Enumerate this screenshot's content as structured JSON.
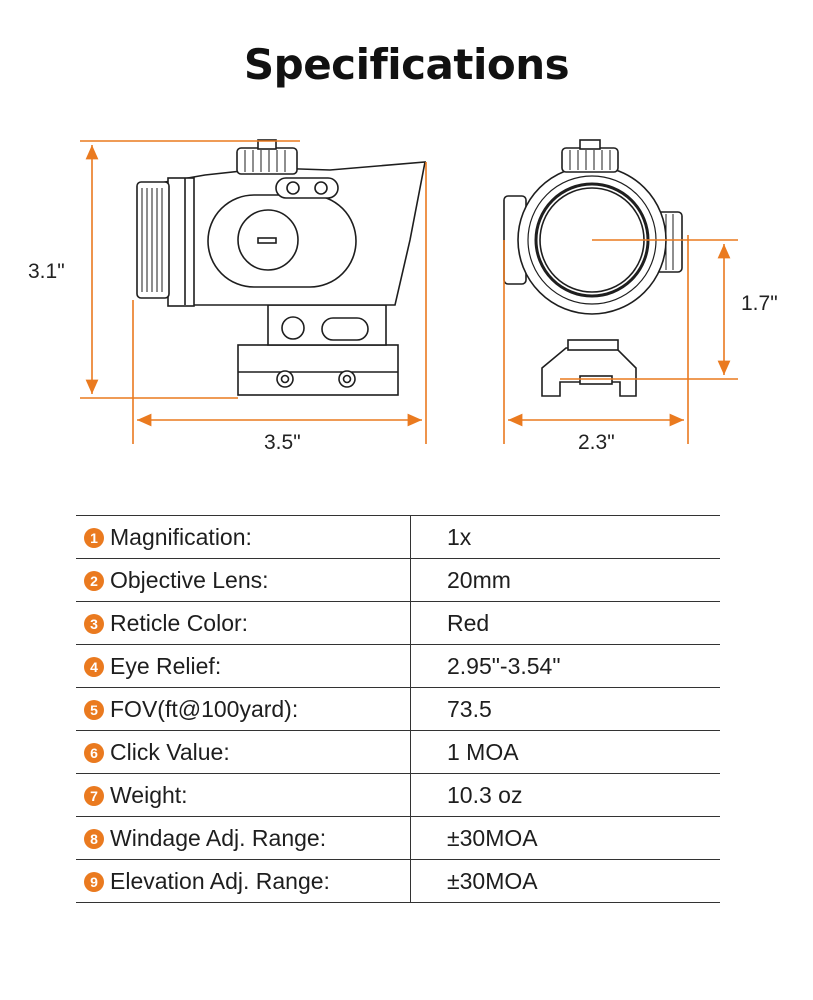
{
  "title": "Specifications",
  "dimensions": {
    "height": "3.1\"",
    "length": "3.5\"",
    "width": "2.3\"",
    "axis_height": "1.7\""
  },
  "specs": [
    {
      "num": "1",
      "label": "Magnification:",
      "value": "1x"
    },
    {
      "num": "2",
      "label": "Objective Lens:",
      "value": "20mm"
    },
    {
      "num": "3",
      "label": "Reticle Color:",
      "value": "Red"
    },
    {
      "num": "4",
      "label": "Eye Relief:",
      "value": "2.95\"-3.54\""
    },
    {
      "num": "5",
      "label": "FOV(ft@100yard):",
      "value": "73.5"
    },
    {
      "num": "6",
      "label": "Click Value:",
      "value": "1 MOA"
    },
    {
      "num": "7",
      "label": "Weight:",
      "value": "10.3 oz"
    },
    {
      "num": "8",
      "label": "Windage Adj. Range:",
      "value": "±30MOA"
    },
    {
      "num": "9",
      "label": "Elevation Adj. Range:",
      "value": "±30MOA"
    }
  ],
  "colors": {
    "accent": "#ea7a1f",
    "line": "#333333"
  }
}
